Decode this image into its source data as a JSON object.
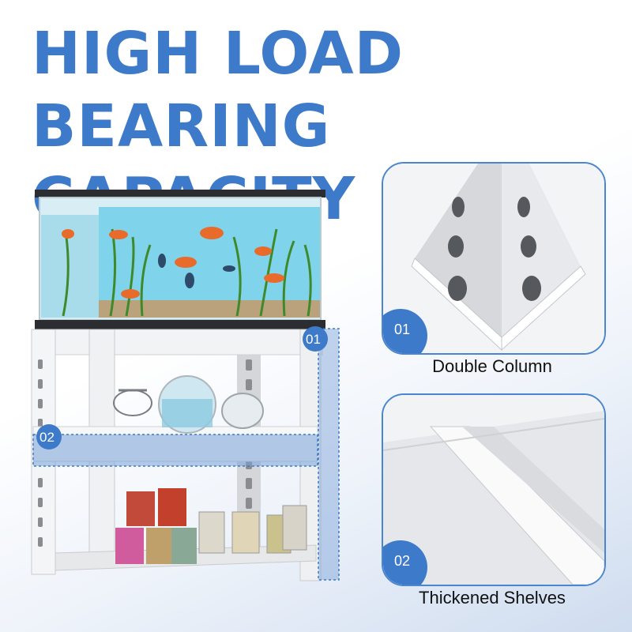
{
  "headline": {
    "line1": "HIGH LOAD",
    "line2": "BEARING CAPACITY"
  },
  "callouts": [
    {
      "number": "01",
      "label": "Double Column"
    },
    {
      "number": "02",
      "label": "Thickened Shelves"
    }
  ],
  "colors": {
    "accent": "#3d7ac9",
    "caption": "#111111",
    "frame": "#f2f2f2",
    "aquarium_water": "#7fd3ea"
  }
}
